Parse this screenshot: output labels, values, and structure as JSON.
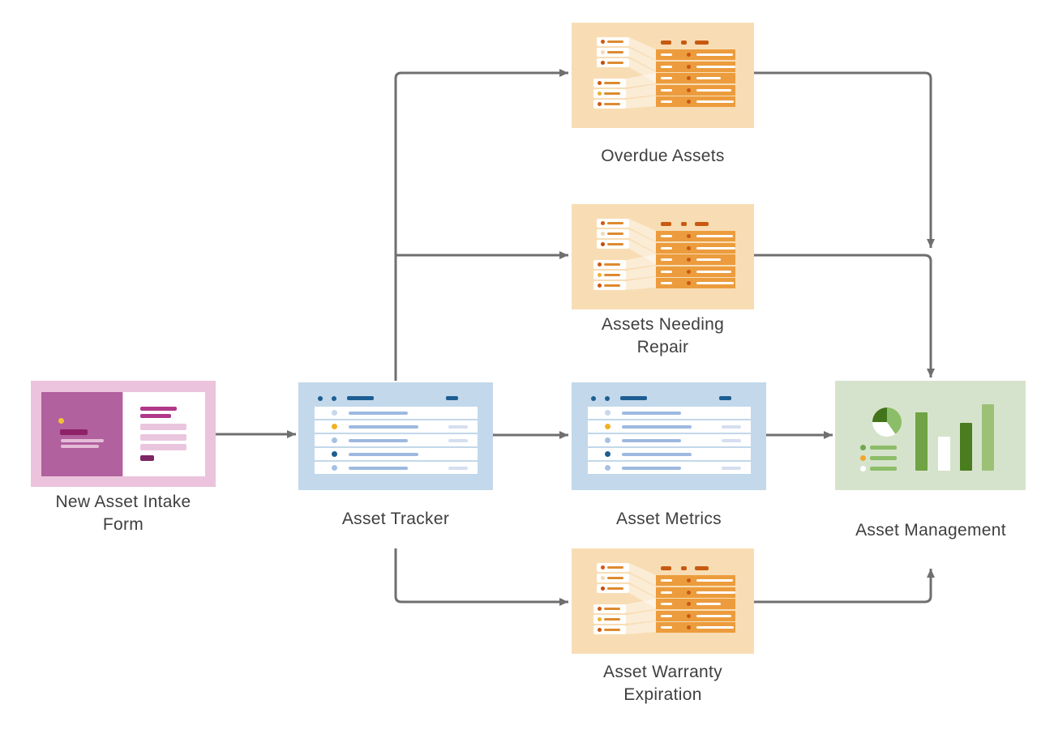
{
  "diagram": {
    "nodes": [
      {
        "id": "new-asset-intake-form",
        "label": "New Asset Intake Form",
        "theme": "pink",
        "icon": "intake-form-icon"
      },
      {
        "id": "asset-tracker",
        "label": "Asset Tracker",
        "theme": "blue",
        "icon": "record-list-icon"
      },
      {
        "id": "overdue-assets",
        "label": "Overdue Assets",
        "theme": "orange",
        "icon": "linked-records-icon"
      },
      {
        "id": "assets-needing-repair",
        "label": "Assets Needing Repair",
        "theme": "orange",
        "icon": "linked-records-icon"
      },
      {
        "id": "asset-metrics",
        "label": "Asset Metrics",
        "theme": "blue",
        "icon": "record-list-icon"
      },
      {
        "id": "asset-warranty-expiration",
        "label": "Asset Warranty Expiration",
        "theme": "orange",
        "icon": "linked-records-icon"
      },
      {
        "id": "asset-management",
        "label": "Asset Management",
        "theme": "green",
        "icon": "charts-icon"
      }
    ],
    "edges": [
      {
        "from": "new-asset-intake-form",
        "to": "asset-tracker"
      },
      {
        "from": "asset-tracker",
        "to": "overdue-assets"
      },
      {
        "from": "asset-tracker",
        "to": "assets-needing-repair"
      },
      {
        "from": "asset-tracker",
        "to": "asset-metrics"
      },
      {
        "from": "asset-tracker",
        "to": "asset-warranty-expiration"
      },
      {
        "from": "overdue-assets",
        "to": "asset-management"
      },
      {
        "from": "assets-needing-repair",
        "to": "asset-management"
      },
      {
        "from": "asset-metrics",
        "to": "asset-management"
      },
      {
        "from": "asset-warranty-expiration",
        "to": "asset-management"
      }
    ],
    "colors": {
      "arrow": "#6f6f6f",
      "label_text": "#3f3f3f",
      "pink_bg": "#ecc3dc",
      "pink_panel": "#b0619e",
      "pink_dark": "#8e2168",
      "pink_accent": "#b13889",
      "blue_bg": "#c3d8ea",
      "blue_dark": "#1d5e92",
      "blue_line": "#9db9e0",
      "amber": "#f2b124",
      "orange_bg": "#f8ddb4",
      "orange_row": "#ec9c3d",
      "orange_dark": "#c75a10",
      "green_bg": "#d6e3cc",
      "green_dark": "#41741b",
      "green_mid": "#6fa343",
      "green_light": "#9cc176"
    }
  }
}
